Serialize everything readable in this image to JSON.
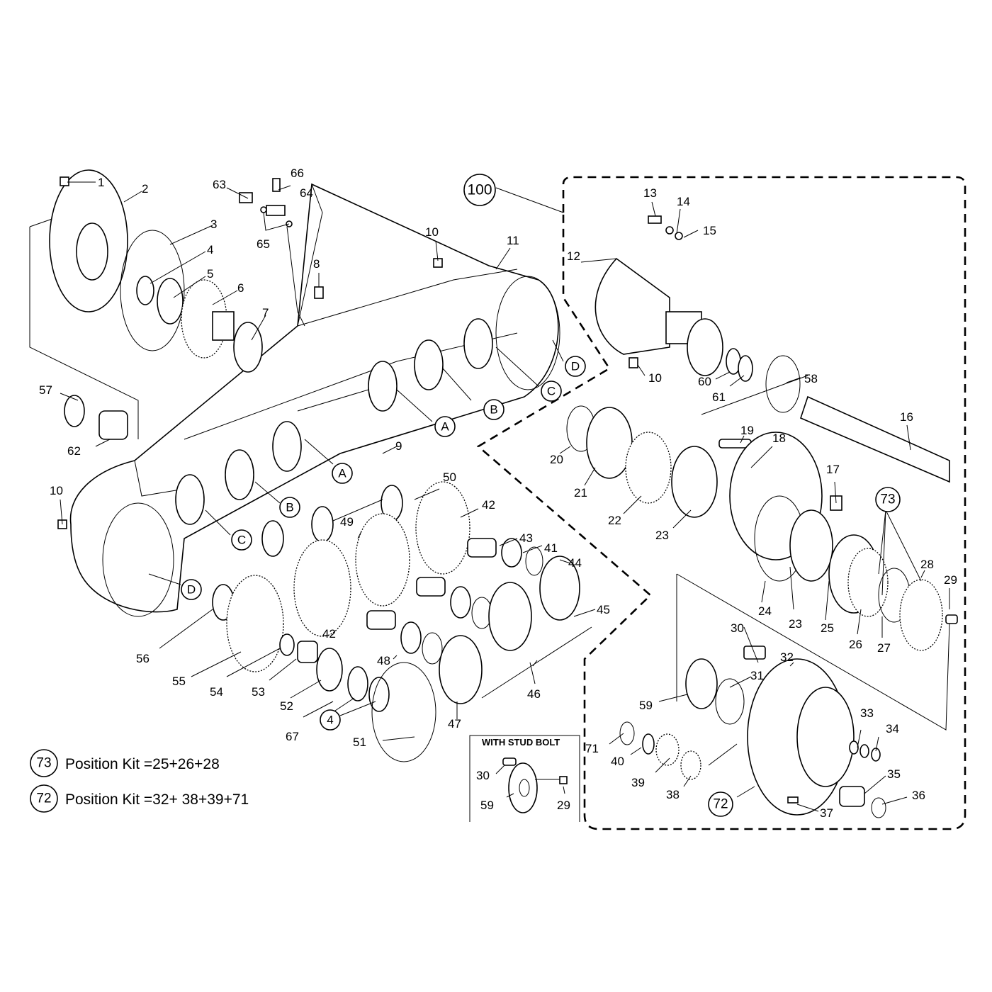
{
  "assembly_ref": "100",
  "callouts": {
    "c1": "1",
    "c2": "2",
    "c3": "3",
    "c4a": "4",
    "c4b": "4",
    "c5": "5",
    "c6": "6",
    "c7": "7",
    "c8": "8",
    "c9": "9",
    "c10a": "10",
    "c10b": "10",
    "c10c": "10",
    "c11": "11",
    "c12": "12",
    "c13": "13",
    "c14": "14",
    "c15": "15",
    "c16": "16",
    "c17": "17",
    "c18": "18",
    "c19": "19",
    "c20": "20",
    "c21": "21",
    "c22": "22",
    "c23a": "23",
    "c23b": "23",
    "c24": "24",
    "c25": "25",
    "c26": "26",
    "c27": "27",
    "c28": "28",
    "c29a": "29",
    "c29b": "29",
    "c30a": "30",
    "c30b": "30",
    "c31": "31",
    "c32": "32",
    "c33": "33",
    "c34": "34",
    "c35": "35",
    "c36": "36",
    "c37": "37",
    "c38": "38",
    "c39": "39",
    "c40": "40",
    "c41": "41",
    "c42a": "42",
    "c42b": "42",
    "c43": "43",
    "c44": "44",
    "c45": "45",
    "c46": "46",
    "c47": "47",
    "c48": "48",
    "c49": "49",
    "c50": "50",
    "c51": "51",
    "c52": "52",
    "c53": "53",
    "c54": "54",
    "c55": "55",
    "c56": "56",
    "c57": "57",
    "c58": "58",
    "c59a": "59",
    "c59b": "59",
    "c60": "60",
    "c61": "61",
    "c62": "62",
    "c63": "63",
    "c64": "64",
    "c65": "65",
    "c66": "66",
    "c67": "67",
    "c71": "71",
    "c72": "72",
    "c73": "73"
  },
  "section_markers": {
    "a1": "A",
    "a2": "A",
    "b1": "B",
    "b2": "B",
    "c1": "C",
    "c2": "C",
    "d1": "D",
    "d2": "D"
  },
  "stud_bolt_inset": {
    "title": "WITH STUD BOLT"
  },
  "kits": [
    {
      "number": "73",
      "label": "Position Kit =25+26+28"
    },
    {
      "number": "72",
      "label": "Position Kit =32+ 38+39+71"
    }
  ]
}
